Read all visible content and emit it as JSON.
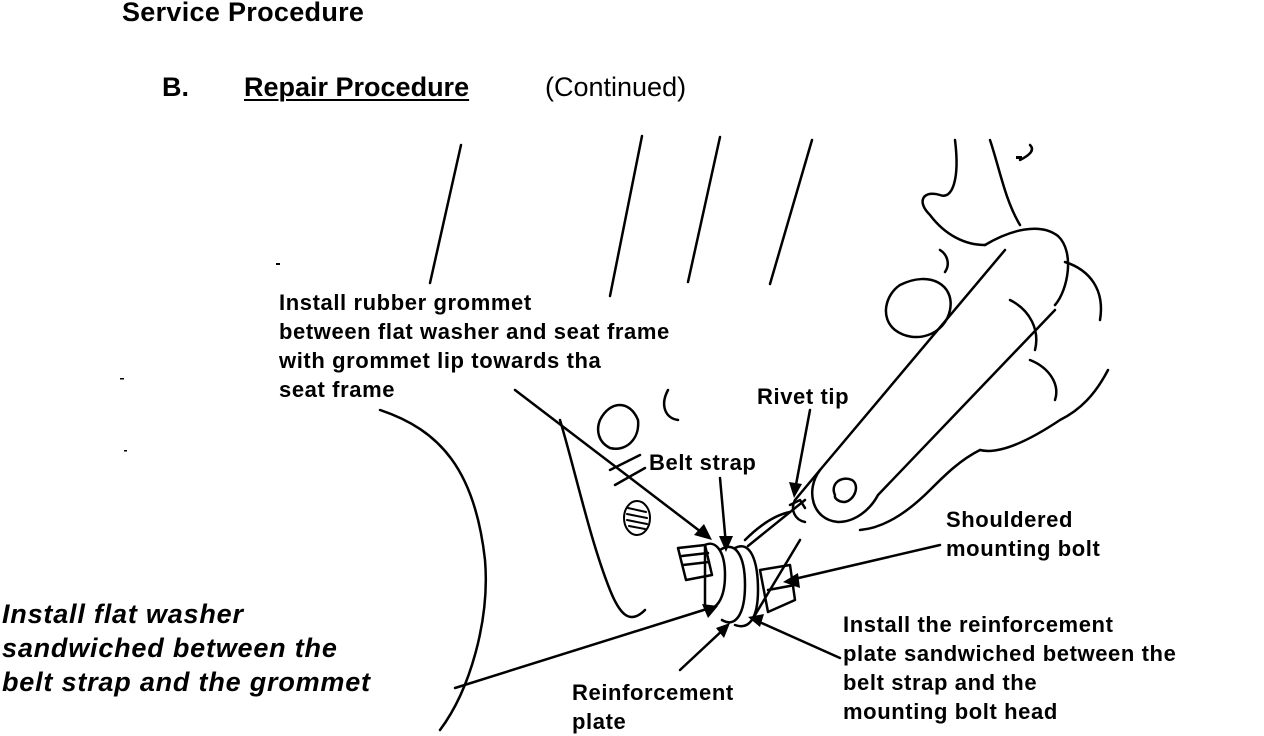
{
  "header": {
    "title": "Service Procedure",
    "section_letter": "B.",
    "section_title": "Repair Procedure",
    "section_suffix": "(Continued)"
  },
  "callouts": {
    "grommet": [
      "Install rubber grommet",
      "between flat washer and seat frame",
      "with grommet lip towards tha",
      "seat frame"
    ],
    "rivet_tip": "Rivet tip",
    "belt_strap": "Belt strap",
    "shouldered_bolt": [
      "Shouldered",
      "mounting bolt"
    ],
    "flat_washer": [
      "Install flat washer",
      "sandwiched between the",
      "belt strap and the grommet"
    ],
    "reinforcement_plate": [
      "Reinforcement",
      "plate"
    ],
    "reinforcement_install": [
      "Install the reinforcement",
      "plate sandwiched between the",
      "belt strap and the",
      "mounting bolt head"
    ]
  }
}
